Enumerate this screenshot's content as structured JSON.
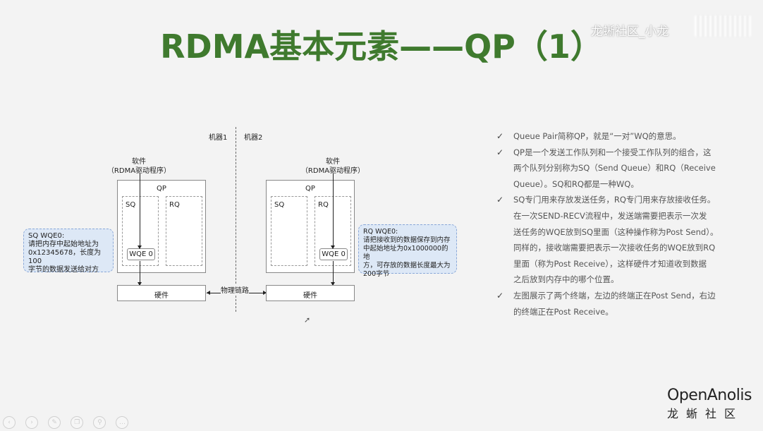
{
  "slide": {
    "title": "RDMA基本元素——QP（1）",
    "watermark": "龙蜥社区_小龙",
    "machine1_label": "机器1",
    "machine2_label": "机器2",
    "left": {
      "software_label": "软件",
      "driver_label": "（RDMA驱动程序）",
      "qp_label": "QP",
      "sq_label": "SQ",
      "rq_label": "RQ",
      "wqe_label": "WQE 0",
      "hardware_label": "硬件"
    },
    "right": {
      "software_label": "软件",
      "driver_label": "（RDMA驱动程序）",
      "qp_label": "QP",
      "sq_label": "SQ",
      "rq_label": "RQ",
      "wqe_label": "WQE 0",
      "hardware_label": "硬件"
    },
    "link_label": "物理链路",
    "sq_note": {
      "line1": "SQ WQE0:",
      "line2": "请把内存中起始地址为",
      "line3": "0x12345678，长度为100",
      "line4": "字节的数据发送给对方"
    },
    "rq_note": {
      "line1": "RQ WQE0:",
      "line2": "请把接收到的数据保存到内存",
      "line3": "中起始地址为0x1000000的地",
      "line4": "方，可存放的数据长度最大为",
      "line5": "200字节"
    },
    "bullets": [
      {
        "lines": [
          "Queue Pair简称QP，就是“一对”WQ的意思。"
        ]
      },
      {
        "lines": [
          "QP是一个发送工作队列和一个接受工作队列的组合，这",
          "两个队列分别称为SQ（Send Queue）和RQ（Receive",
          "Queue）。SQ和RQ都是一种WQ。"
        ]
      },
      {
        "lines": [
          "SQ专门用来存放发送任务，RQ专门用来存放接收任务。",
          "在一次SEND-RECV流程中，发送端需要把表示一次发",
          "送任务的WQE放到SQ里面（这种操作称为Post Send）。",
          "同样的，接收端需要把表示一次接收任务的WQE放到RQ",
          "里面（称为Post Receive），这样硬件才知道收到数据",
          "之后放到内存中的哪个位置。"
        ]
      },
      {
        "lines": [
          "左图展示了两个终端，左边的终端正在Post Send，右边",
          "的终端正在Post Receive。"
        ]
      }
    ],
    "logo": {
      "top": "OpenAnolis",
      "bottom": "龙蜥社区"
    },
    "colors": {
      "title": "#3f7a2e",
      "note_bg": "#dde8f6"
    }
  },
  "toolbar": {
    "icons": [
      "prev-icon",
      "next-icon",
      "pen-icon",
      "copy-icon",
      "zoom-icon",
      "more-icon"
    ]
  }
}
